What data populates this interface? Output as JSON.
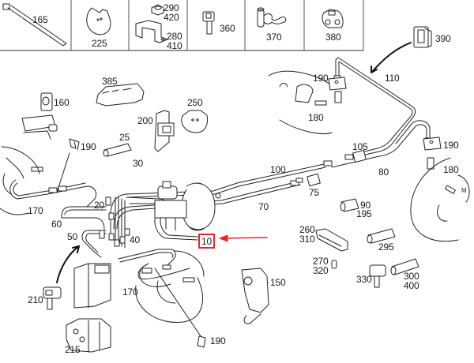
{
  "diagram": {
    "title": "Brake line / ABS hydraulic unit exploded parts diagram",
    "highlight": {
      "part": "10",
      "color": "#e8262a"
    },
    "top_strip": [
      {
        "part": "165",
        "icon": "cable-tie-icon"
      },
      {
        "part": "225",
        "icon": "heat-shield-icon"
      },
      {
        "part": "290\n420",
        "part_b": "280\n410",
        "icon": "bracket-with-nut-icon"
      },
      {
        "part": "360",
        "icon": "sensor-icon"
      },
      {
        "part": "370",
        "icon": "clip-with-sleeve-icon"
      },
      {
        "part": "380",
        "icon": "rubber-mount-icon"
      }
    ],
    "labels": {
      "p390": "390",
      "p385": "385",
      "p160": "160",
      "p250": "250",
      "p200": "200",
      "p25": "25",
      "p190_left": "190",
      "p170_left": "170",
      "p30": "30",
      "p20": "20",
      "p60": "60",
      "p50": "50",
      "p40": "40",
      "p10": "10",
      "p210": "210",
      "p170_bottom": "170",
      "p215": "215",
      "p190_bottom": "190",
      "p190_top": "190",
      "p180_top": "180",
      "p110": "110",
      "p105": "105",
      "p100": "100",
      "p80": "80",
      "p75": "75",
      "p70": "70",
      "p190_right": "190",
      "p180_right": "180",
      "p90": "90",
      "p195": "195",
      "p260": "260",
      "p310": "310",
      "p295": "295",
      "p270": "270",
      "p320": "320",
      "p330": "330",
      "p300": "300",
      "p400": "400",
      "p150": "150"
    }
  }
}
